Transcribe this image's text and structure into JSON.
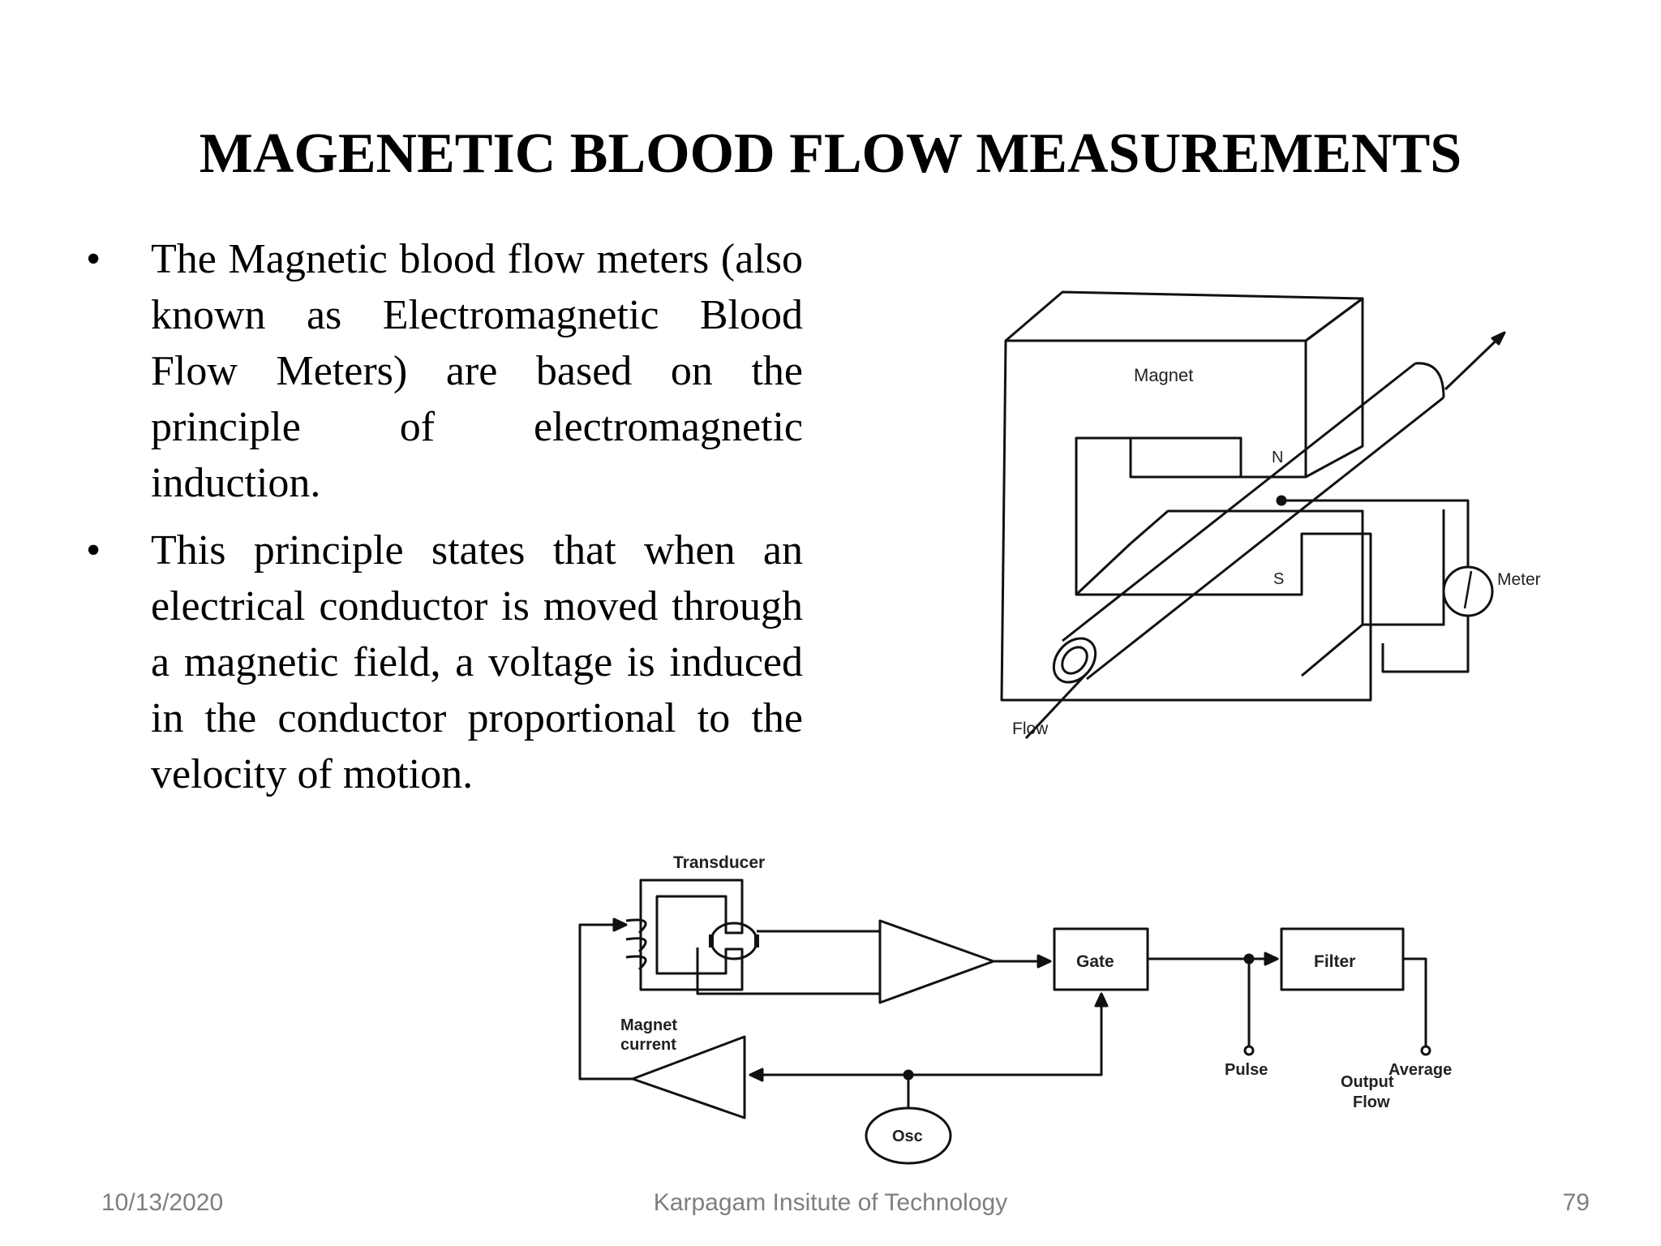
{
  "slide": {
    "title": "MAGENETIC BLOOD FLOW MEASUREMENTS",
    "bullet_symbol": "•",
    "bullets": [
      "The Magnetic blood flow meters (also known as Electromagnetic Blood Flow Meters) are based on the principle of electromagnetic induction.",
      "This principle states that when an electrical conductor is moved through a magnetic field, a voltage is induced in the conductor proportional to the velocity of motion."
    ]
  },
  "diagram_top": {
    "magnet": "Magnet",
    "north": "N",
    "south": "S",
    "meter": "Meter",
    "flow": "Flow"
  },
  "diagram_bottom": {
    "transducer": "Transducer",
    "gate": "Gate",
    "filter": "Filter",
    "magnet_current_1": "Magnet",
    "magnet_current_2": "current",
    "pulse": "Pulse",
    "average": "Average",
    "output_1": "Output",
    "output_2": "Flow",
    "osc": "Osc"
  },
  "footer": {
    "date": "10/13/2020",
    "institute": "Karpagam Insitute of Technology",
    "page": "79"
  }
}
